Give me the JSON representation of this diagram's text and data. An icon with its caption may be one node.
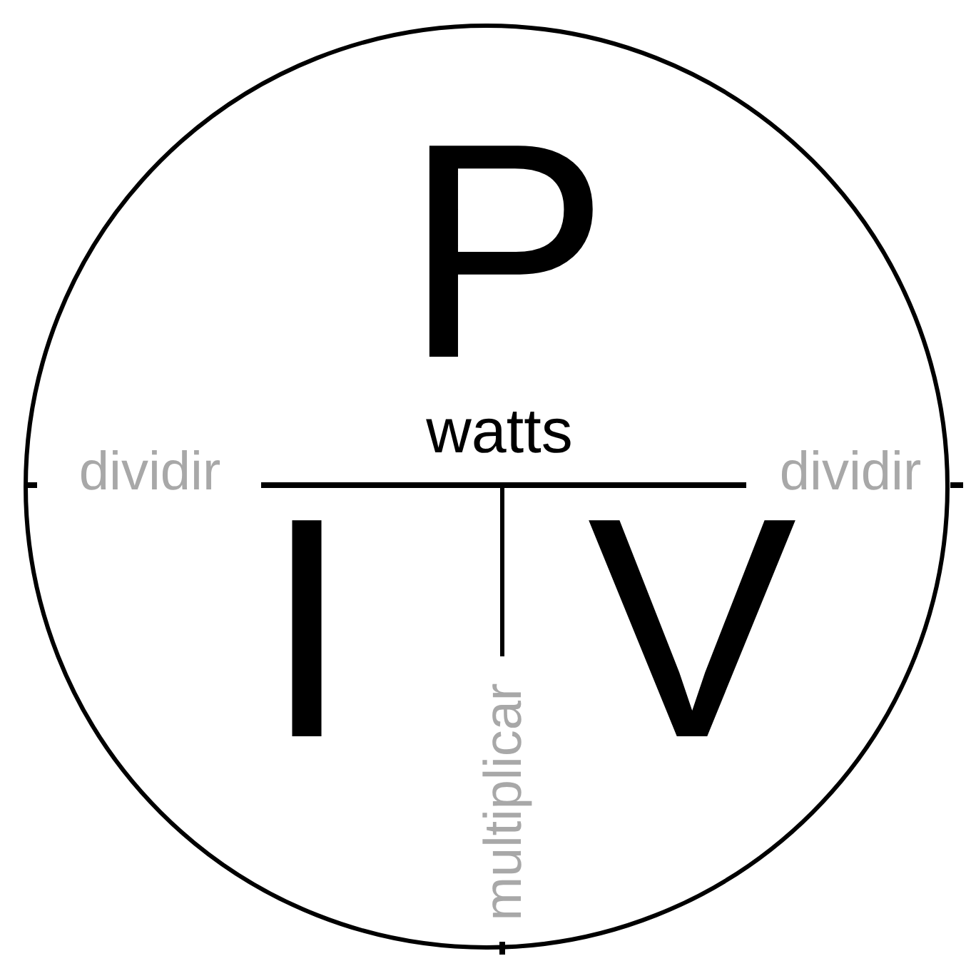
{
  "diagram": {
    "nodes": [
      {
        "text": [
          "P",
          "watts",
          "I",
          "V"
        ]
      }
    ],
    "labels": [
      "dividir",
      "dividir",
      "multiplicar"
    ]
  }
}
